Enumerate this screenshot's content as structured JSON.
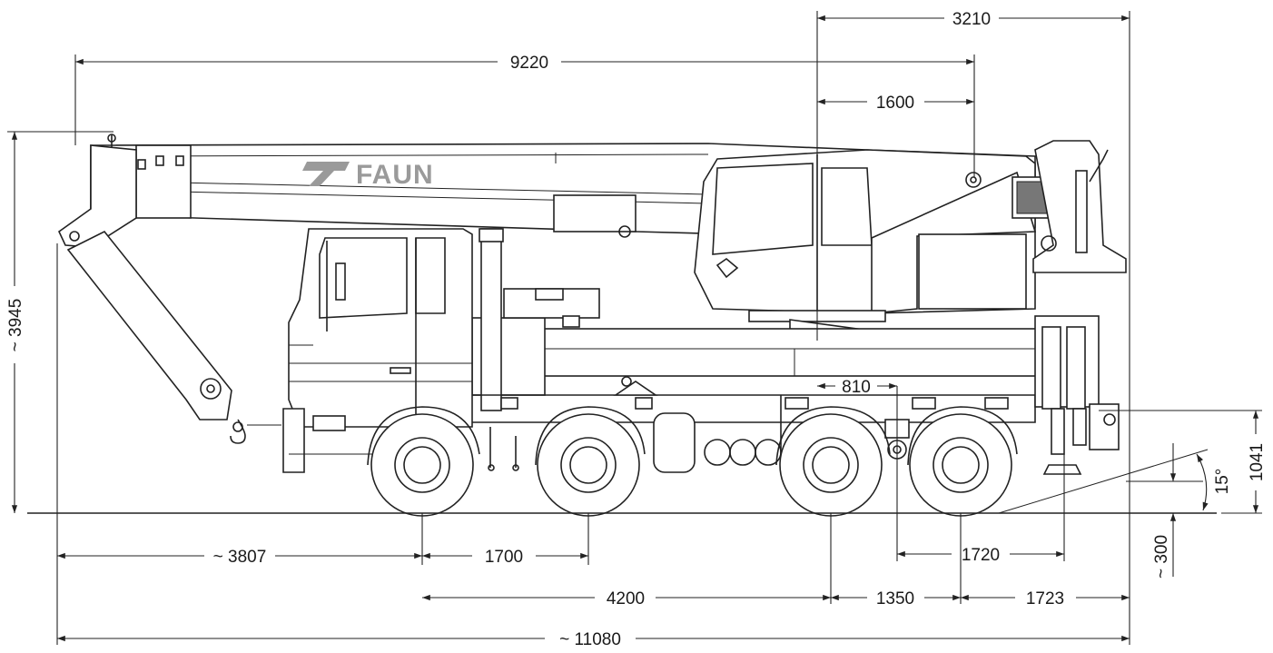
{
  "brand": {
    "logo_text": "FAUN"
  },
  "dimensions": {
    "boom_reach": "9220",
    "rear_overhang_top": "3210",
    "slew_to_pivot": "1600",
    "slew_offset": "810",
    "total_height": "~ 3945",
    "outrigger_height": "1041",
    "departure_angle": "15°",
    "ground_clearance": "~ 300",
    "front_overhang": "~ 3807",
    "axle_1_2": "1700",
    "outrigger_span": "1720",
    "axle_2_3": "4200",
    "axle_3_4": "1350",
    "rear_overhang": "1723",
    "total_length": "~ 11080"
  },
  "colors": {
    "line": "#222222",
    "logo": "#9a9a9a",
    "background": "#ffffff"
  }
}
